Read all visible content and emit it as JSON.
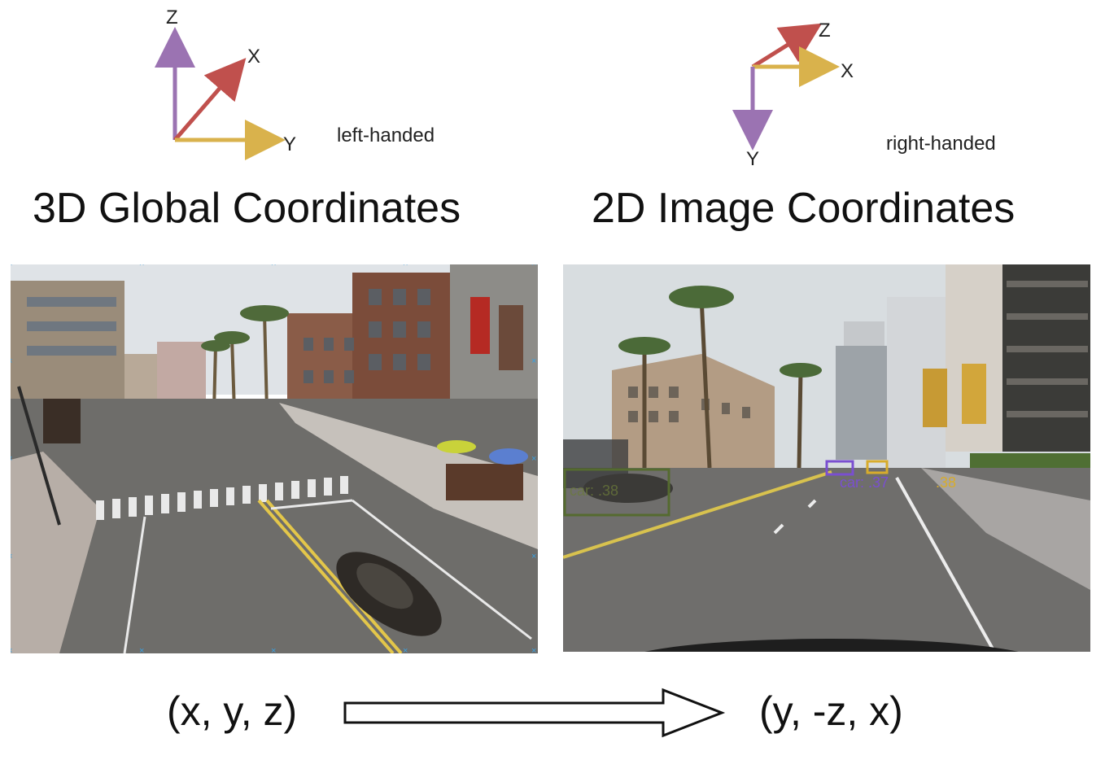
{
  "left_panel": {
    "title": "3D Global Coordinates",
    "handedness": "left-handed",
    "axes": {
      "z": "Z",
      "x": "X",
      "y": "Y"
    },
    "colors": {
      "z": "#9b73b2",
      "x": "#c0504d",
      "y": "#d9b24c"
    },
    "formula": "(x, y, z)"
  },
  "right_panel": {
    "title": "2D Image Coordinates",
    "handedness": "right-handed",
    "axes": {
      "z": "Z",
      "x": "X",
      "y": "Y"
    },
    "colors": {
      "z": "#c0504d",
      "x": "#d9b24c",
      "y": "#9b73b2"
    },
    "formula": "(y, -z, x)",
    "detections": {
      "car_left": "car: .38",
      "car_right_a": "car: .37",
      "car_right_b": ".38"
    }
  }
}
